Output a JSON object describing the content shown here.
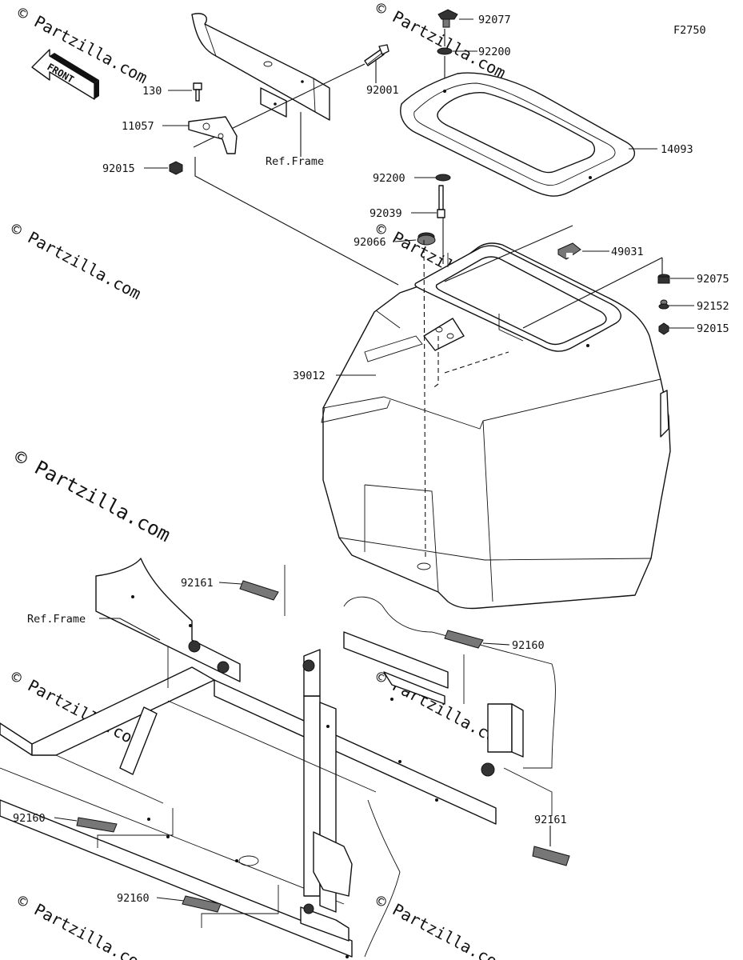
{
  "diagram_code": "F2750",
  "front_label": "FRONT",
  "watermark": "© Partzilla.com",
  "main_watermark": "© Partzilla.com",
  "parts": [
    {
      "id": "92077",
      "label": "92077"
    },
    {
      "id": "92200a",
      "label": "92200"
    },
    {
      "id": "92001",
      "label": "92001"
    },
    {
      "id": "130",
      "label": "130"
    },
    {
      "id": "11057",
      "label": "11057"
    },
    {
      "id": "92015a",
      "label": "92015"
    },
    {
      "id": "ref-frame-top",
      "label": "Ref.Frame"
    },
    {
      "id": "14093",
      "label": "14093"
    },
    {
      "id": "92200b",
      "label": "92200"
    },
    {
      "id": "92039",
      "label": "92039"
    },
    {
      "id": "92066",
      "label": "92066"
    },
    {
      "id": "49031",
      "label": "49031"
    },
    {
      "id": "92075",
      "label": "92075"
    },
    {
      "id": "92152",
      "label": "92152"
    },
    {
      "id": "92015b",
      "label": "92015"
    },
    {
      "id": "39012",
      "label": "39012"
    },
    {
      "id": "92161a",
      "label": "92161"
    },
    {
      "id": "ref-frame-bottom",
      "label": "Ref.Frame"
    },
    {
      "id": "92160a",
      "label": "92160"
    },
    {
      "id": "92160b",
      "label": "92160"
    },
    {
      "id": "92161b",
      "label": "92161"
    },
    {
      "id": "92160c",
      "label": "92160"
    }
  ]
}
